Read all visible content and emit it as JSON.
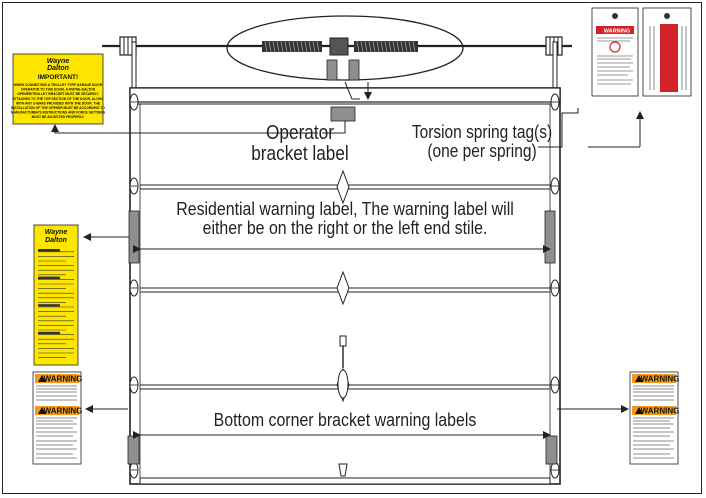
{
  "callouts": {
    "operator_bracket": [
      "Operator",
      "bracket label"
    ],
    "torsion_spring": [
      "Torsion spring tag(s)",
      "(one per spring)"
    ],
    "residential": [
      "Residential warning label, The warning label will",
      "either be on the right or the left end stile."
    ],
    "bottom_corner": "Bottom corner bracket warning labels"
  },
  "labels": {
    "yellow_brand": [
      "Wayne",
      "Dalton"
    ],
    "important": "IMPORTANT!",
    "important_body": [
      "WHEN CONNECTING A TROLLEY TYPE GARAGE DOOR",
      "OPERATOR TO THIS DOOR, A WAYNE-DALTON",
      "OPENER/TROLLEY BRACKET MUST BE SECURELY",
      "ATTACHED TO THE TOP SECTION OF THE DOOR, ALONG",
      "WITH ANY U-BARS PROVIDED WITH THE DOOR. THE",
      "INSTALLATION OF THE OPENER MUST BE ACCORDING TO",
      "MANUFACTURER'S INSTRUCTIONS AND FORCE SETTINGS",
      "MUST BE ADJUSTED PROPERLY."
    ],
    "warning": "WARNING",
    "hang_tag_warning": "WARNING"
  },
  "colors": {
    "line": "#222222",
    "yellow": "#FFE600",
    "label_gray": "#8F8F8F",
    "warning_orange": "#F29A1D",
    "warning_red": "#D2232A"
  },
  "icons": [
    "arrow-icon",
    "spring-icon",
    "handle-icon",
    "roller-icon"
  ]
}
